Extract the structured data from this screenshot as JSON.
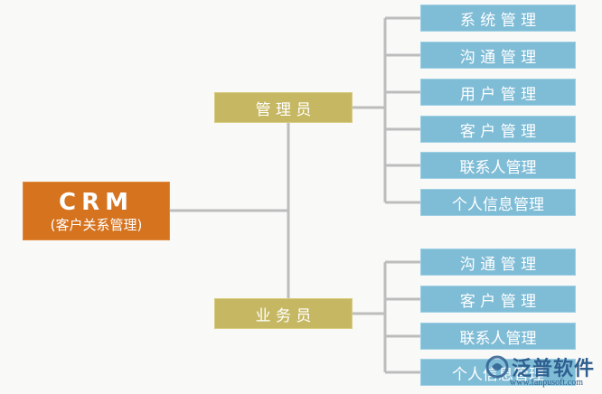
{
  "root": {
    "title": "CRM",
    "subtitle": "(客户关系管理)"
  },
  "roles": [
    {
      "label": "管 理 员",
      "children": [
        "系 统 管 理",
        "沟 通 管 理",
        "用 户 管 理",
        "客 户 管 理",
        "联系人管理",
        "个人信息管理"
      ]
    },
    {
      "label": "业 务 员",
      "children": [
        "沟 通 管 理",
        "客 户 管 理",
        "联系人管理",
        "个人信息管理"
      ]
    }
  ],
  "watermark": {
    "brand": "泛普软件",
    "url": "www.fanpusoft.com"
  },
  "colors": {
    "root": "#d6731f",
    "role": "#c6b862",
    "leaf": "#7fbcd6",
    "line": "#bdbdbd"
  }
}
